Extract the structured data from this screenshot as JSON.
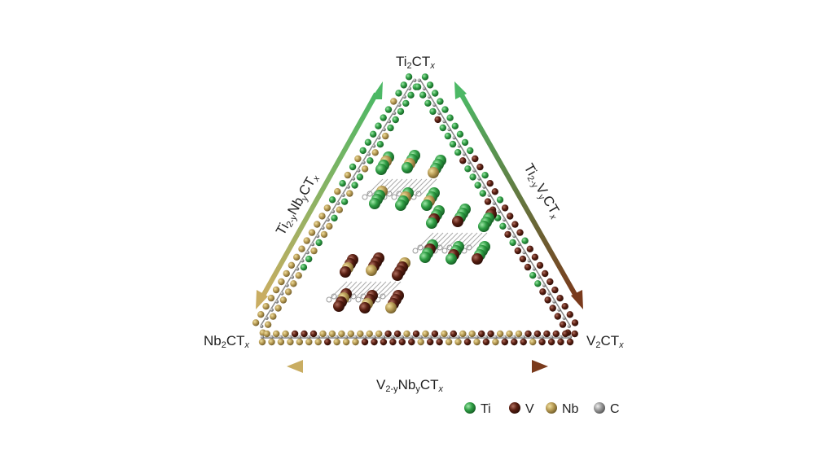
{
  "vertices": {
    "top": {
      "base": "Ti",
      "sub": "2",
      "rest": "CT",
      "x": "x"
    },
    "left": {
      "base": "Nb",
      "sub": "2",
      "rest": "CT",
      "x": "x"
    },
    "right": {
      "base": "V",
      "sub": "2",
      "rest": "CT",
      "x": "x"
    }
  },
  "edges": {
    "left": {
      "a": "Ti",
      "a_sub": "2-y",
      "b": "Nb",
      "b_sub": "y",
      "rest": "CT",
      "x": "x"
    },
    "right": {
      "a": "Ti",
      "a_sub": "2-y",
      "b": "V",
      "b_sub": "y",
      "rest": "CT",
      "x": "x"
    },
    "bottom": {
      "a": "V",
      "a_sub": "2-y",
      "b": "Nb",
      "b_sub": "y",
      "rest": "CT",
      "x": "x"
    }
  },
  "legend": [
    {
      "label": "Ti",
      "color": "#2f9e44"
    },
    {
      "label": "V",
      "color": "#5a1f12"
    },
    {
      "label": "Nb",
      "color": "#b89c55"
    },
    {
      "label": "C",
      "color": "#8a8a8a"
    }
  ],
  "colors": {
    "green": "#4cb865",
    "tan": "#c9ad62",
    "brown": "#7a3a1c"
  }
}
